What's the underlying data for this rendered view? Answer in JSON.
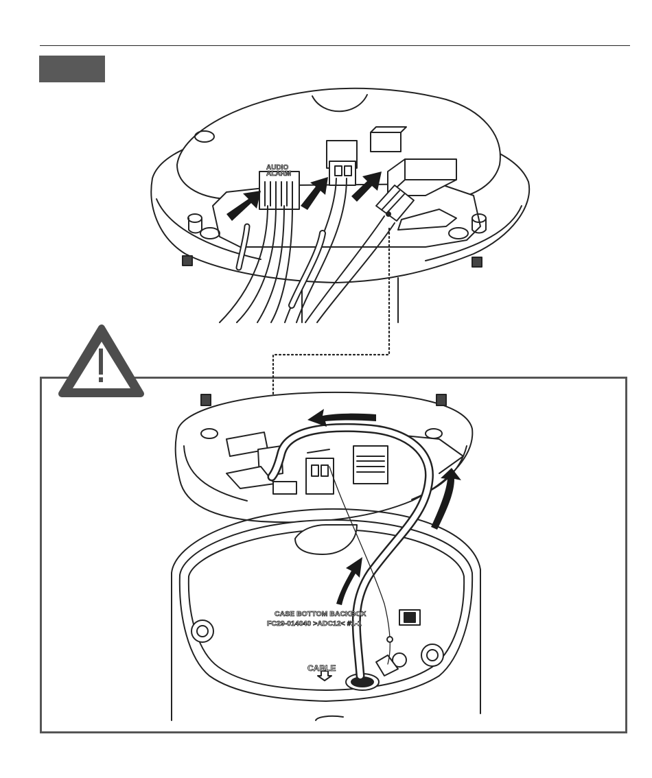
{
  "page": {
    "step_label": ""
  },
  "upper_illustration": {
    "connector_label_audio": "AUDIO",
    "connector_label_alarm": "ALARM"
  },
  "lower_illustration": {
    "case_text_line1": "CASE BOTTOM BACKBOX",
    "case_text_line2": "FC29-014040 >ADC12< #1-1",
    "cable_label": "CABLE"
  },
  "colors": {
    "line": "#222222",
    "badge": "#595959",
    "warning": "#4d4d4d",
    "arrow": "#1a1a1a"
  },
  "icons": [
    "caution-triangle-icon",
    "insert-arrow-icon",
    "rotate-arrow-icon"
  ]
}
